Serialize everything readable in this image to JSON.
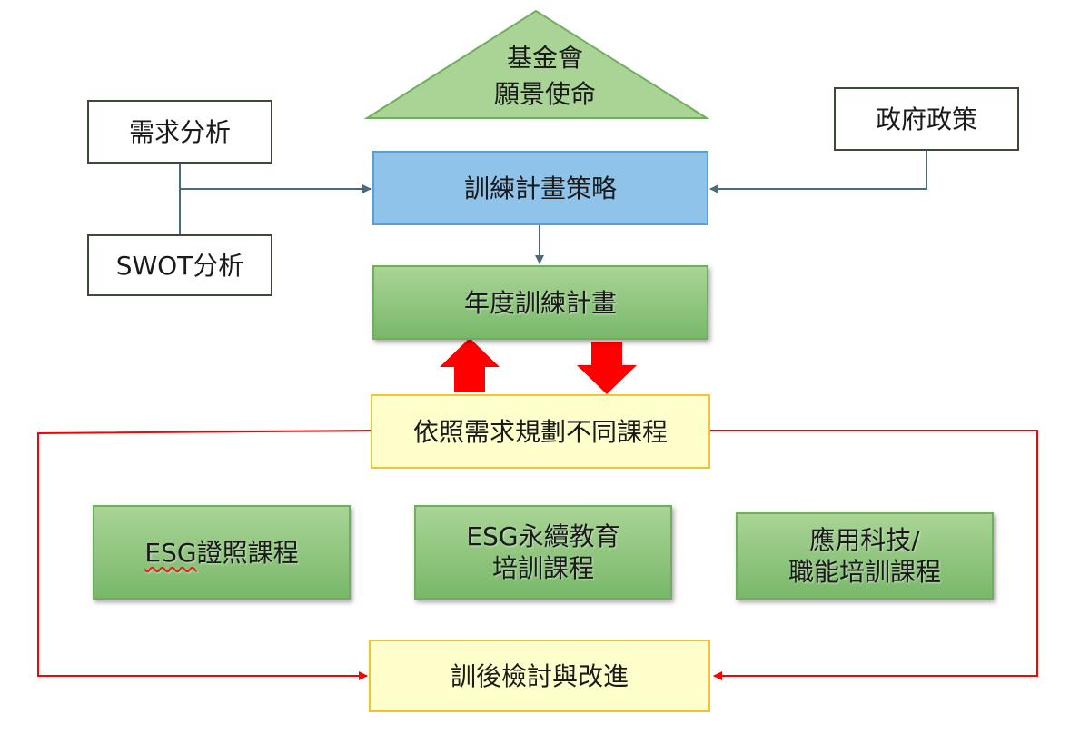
{
  "roof": {
    "line1": "基金會",
    "line2": "願景使命"
  },
  "inputs": {
    "needs_analysis": "需求分析",
    "swot_analysis": "SWOT分析",
    "gov_policy": "政府政策"
  },
  "strategy": "訓練計畫策略",
  "annual_plan": "年度訓練計畫",
  "planning": "依照需求規劃不同課程",
  "courses": {
    "esg_cert": {
      "prefix": "ESG",
      "suffix": "證照課程"
    },
    "esg_sustain": {
      "line1": "ESG永續教育",
      "line2": "培訓課程"
    },
    "tech": {
      "line1": "應用科技/",
      "line2": "職能培訓課程"
    }
  },
  "review": "訓後檢討與改進",
  "colors": {
    "roof_fill": "#a9d496",
    "roof_stroke": "#6fae5c",
    "strategy_fill": "#8fc3ea",
    "green_fill": "#8cc47a",
    "yellow_fill": "#ffffcc",
    "yellow_border": "#f2c431",
    "connector": "#4a6b7c",
    "feedback_red": "#ff0000"
  }
}
